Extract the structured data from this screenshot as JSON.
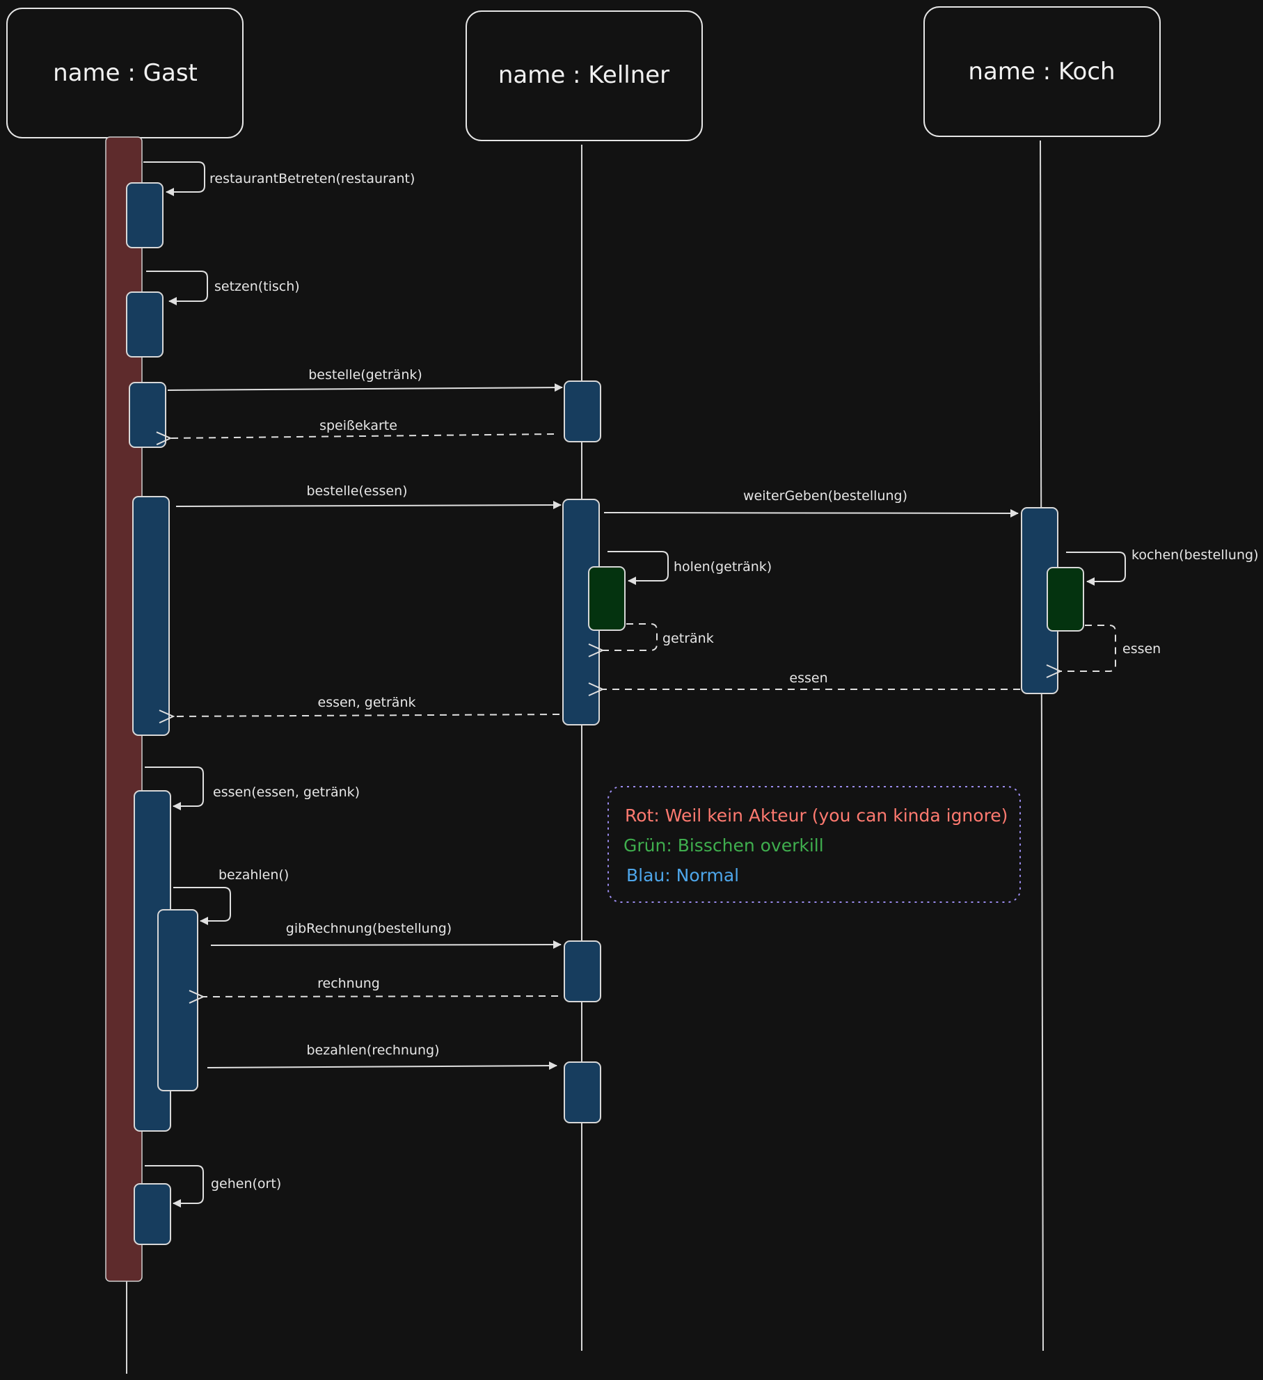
{
  "participants": [
    {
      "id": "gast",
      "label": "name : Gast"
    },
    {
      "id": "kellner",
      "label": "name : Kellner"
    },
    {
      "id": "koch",
      "label": "name : Koch"
    }
  ],
  "messages": {
    "restaurant_betreten": "restaurantBetreten(restaurant)",
    "setzen": "setzen(tisch)",
    "bestelle_getraenk": "bestelle(getränk)",
    "speisekarte": "speißekarte",
    "bestelle_essen": "bestelle(essen)",
    "weitergeben": "weiterGeben(bestellung)",
    "holen": "holen(getränk)",
    "getraenk_return": "getränk",
    "kochen": "kochen(bestellung)",
    "essen_return_self": "essen",
    "essen_return": "essen",
    "essen_getraenk_return": "essen, getränk",
    "essen_self": "essen(essen, getränk)",
    "bezahlen_self": "bezahlen()",
    "gib_rechnung": "gibRechnung(bestellung)",
    "rechnung_return": "rechnung",
    "bezahlen_rechnung": "bezahlen(rechnung)",
    "gehen": "gehen(ort)"
  },
  "legend": {
    "rot": "Rot: Weil kein Akteur (you can kinda ignore)",
    "gruen": "Grün: Bisschen overkill",
    "blau": "Blau: Normal"
  },
  "colors": {
    "background": "#121212",
    "red_activation": "#5e2b2c",
    "blue_activation": "#173d5e",
    "green_activation": "#04330f",
    "line": "#e0e0e0",
    "legend_red": "#ff7a70",
    "legend_green": "#3fae4e",
    "legend_blue": "#4ea6ea",
    "legend_border": "#9b8cf0"
  }
}
